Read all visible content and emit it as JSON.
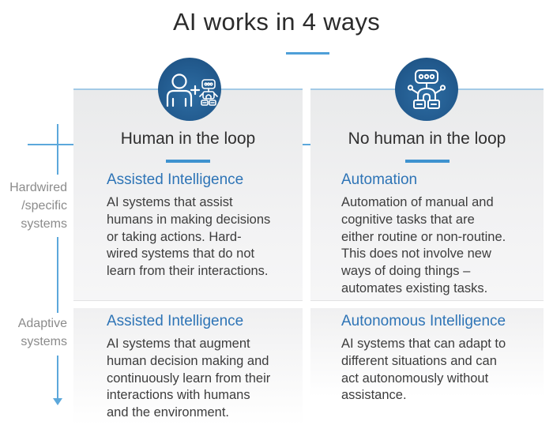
{
  "title": "AI works in 4 ways",
  "rows": [
    {
      "label": "Hardwired\n/specific\nsystems"
    },
    {
      "label": "Adaptive\nsystems"
    }
  ],
  "columns": [
    {
      "header": "Human in the loop",
      "icon": "human-plus-robot-icon",
      "cells": [
        {
          "heading": "Assisted Intelligence",
          "body": "AI systems that assist\nhumans in making decisions\nor taking actions. Hard-\nwired systems that do not\nlearn from their interactions."
        },
        {
          "heading": "Assisted Intelligence",
          "body": "AI systems that augment\nhuman decision making and\ncontinuously learn from their\ninteractions with humans\nand the environment."
        }
      ]
    },
    {
      "header": "No human in the loop",
      "icon": "robot-icon",
      "cells": [
        {
          "heading": "Automation",
          "body": "Automation of manual and\ncognitive tasks that are\neither routine or non-routine.\nThis does not involve new\nways of doing things –\nautomates existing tasks."
        },
        {
          "heading": "Autonomous Intelligence",
          "body": "AI systems that can adapt to\ndifferent situations and can\nact autonomously without\nassistance."
        }
      ]
    }
  ],
  "colors": {
    "accent_blue": "#4e9fd8",
    "underline_blue": "#3e92cf",
    "heading_blue": "#2e74b6",
    "icon_circle_blue": "#235c90",
    "panel_border_blue": "#a3cae6",
    "label_gray": "#8b8b8b",
    "body_text": "#3d3d3d"
  }
}
